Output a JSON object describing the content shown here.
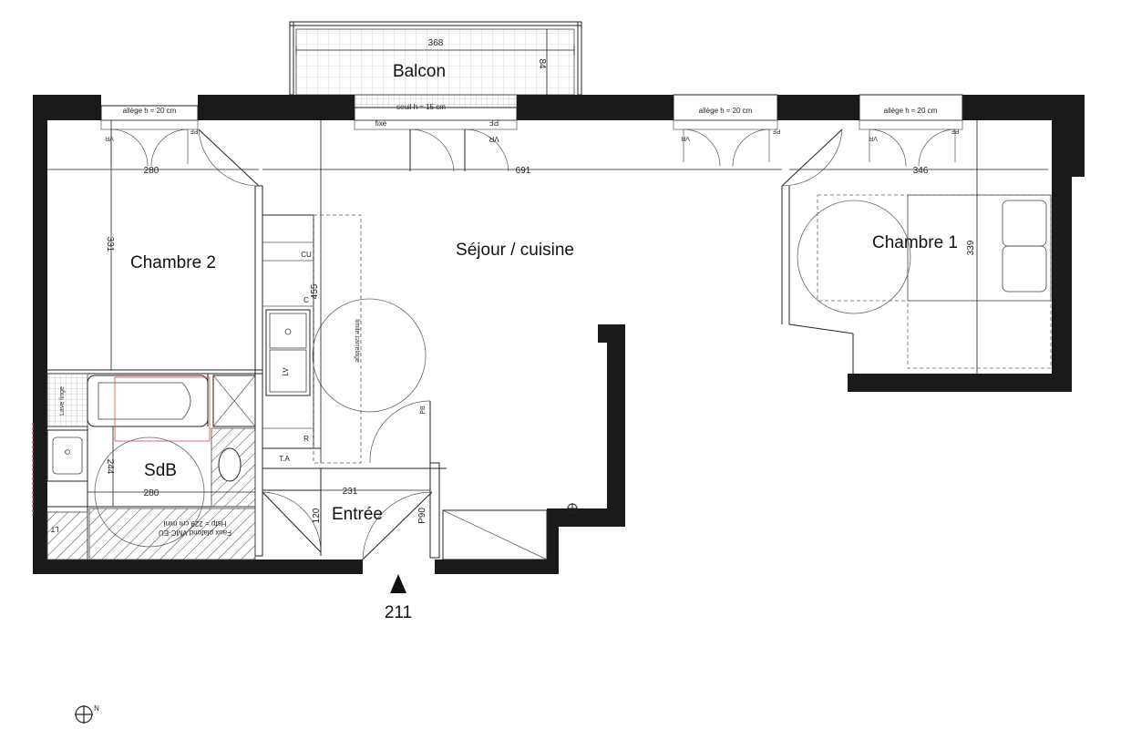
{
  "rooms": {
    "balcon": "Balcon",
    "chambre2": "Chambre 2",
    "sejour": "Séjour / cuisine",
    "chambre1": "Chambre 1",
    "sdb": "SdB",
    "entree": "Entrée"
  },
  "dimensions": {
    "balcon_width": "368",
    "balcon_depth": "84",
    "chambre2_width": "280",
    "sejour_width": "691",
    "chambre1_width": "346",
    "chambre2_depth": "331",
    "sejour_depth": "455",
    "chambre1_depth": "339",
    "sdb_depth": "244",
    "sdb_width": "280",
    "entree_width": "231",
    "entree_depth": "120"
  },
  "annotations": {
    "allege_1": "allège h ≈ 20 cm",
    "allege_2": "allège h ≈ 20 cm",
    "allege_3": "allège h ≈ 20 cm",
    "seuil": "seuil h ≈ 15 cm",
    "fixe": "fixe",
    "pf": "PF",
    "vr": "VR",
    "pf_left": "PF",
    "vr_c2": "VR",
    "vr_r1": "VR",
    "pf_r1": "PF",
    "vr_c1": "VR",
    "pf_c1": "PF",
    "cu": "CU",
    "c": "C",
    "r": "R",
    "ta": "T.A",
    "lv": "LV",
    "p90": "P90",
    "limite_carrelage": "limite carrelage",
    "faux_plafond": "Faux plafond VMC-EU",
    "hsfp": "Hsfp = 229 cm mini",
    "lt": "LT",
    "lave_linge": "Lave linge",
    "pb": "PB"
  },
  "entrance": {
    "number": "211"
  },
  "compass": {
    "north": "N"
  }
}
